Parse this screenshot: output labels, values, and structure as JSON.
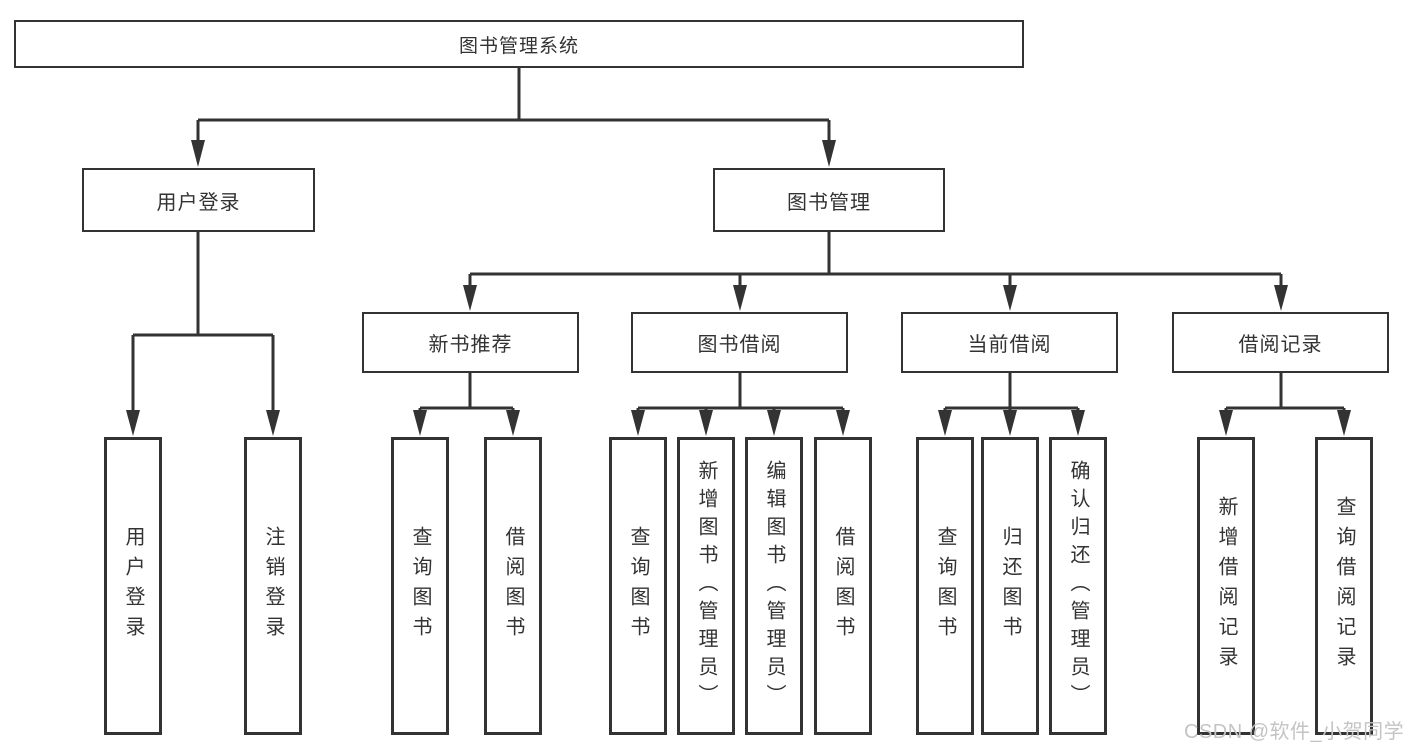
{
  "diagram": {
    "type": "hierarchy-tree",
    "tree": {
      "root": {
        "label": "图书管理系统"
      },
      "user_login": {
        "label": "用户登录",
        "children": [
          {
            "label": "用户登录"
          },
          {
            "label": "注销登录"
          }
        ]
      },
      "book_mgmt": {
        "label": "图书管理",
        "sections": [
          {
            "label": "新书推荐",
            "children": [
              {
                "label": "查询图书"
              },
              {
                "label": "借阅图书"
              }
            ]
          },
          {
            "label": "图书借阅",
            "children": [
              {
                "label": "查询图书"
              },
              {
                "label": "新增图书（管理员）"
              },
              {
                "label": "编辑图书（管理员）"
              },
              {
                "label": "借阅图书"
              }
            ]
          },
          {
            "label": "当前借阅",
            "children": [
              {
                "label": "查询图书"
              },
              {
                "label": "归还图书"
              },
              {
                "label": "确认归还（管理员）"
              }
            ]
          },
          {
            "label": "借阅记录",
            "children": [
              {
                "label": "新增借阅记录"
              },
              {
                "label": "查询借阅记录"
              }
            ]
          }
        ]
      }
    },
    "colors": {
      "line": "#333333",
      "text": "#333333",
      "background": "#ffffff",
      "watermark": "#c4c4c4"
    }
  },
  "watermark": {
    "text": "CSDN @软件_小贺同学"
  }
}
